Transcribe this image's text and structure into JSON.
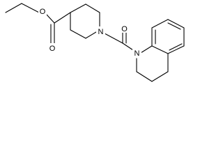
{
  "molecule": {
    "atoms": {
      "ester_o_single": "O",
      "ester_o_double": "O",
      "amide_o": "O",
      "piperidine_n": "N",
      "quinoline_n": "N"
    }
  },
  "colors": {
    "bond": "#000000",
    "background": "#ffffff"
  }
}
